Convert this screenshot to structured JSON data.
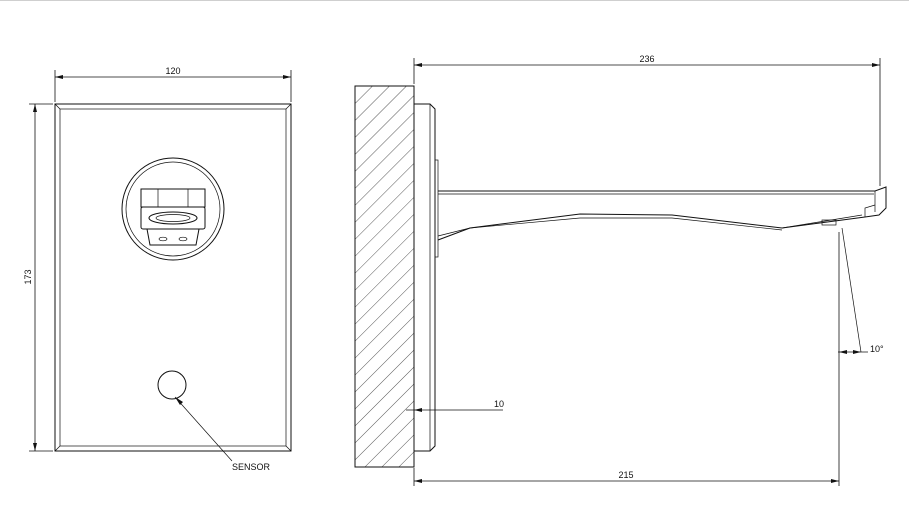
{
  "dimensions": {
    "front_width": "120",
    "front_height": "173",
    "side_length": "236",
    "wall_offset": "10",
    "spout_reach": "215",
    "angle": "10°"
  },
  "callouts": {
    "sensor": "SENSOR"
  }
}
